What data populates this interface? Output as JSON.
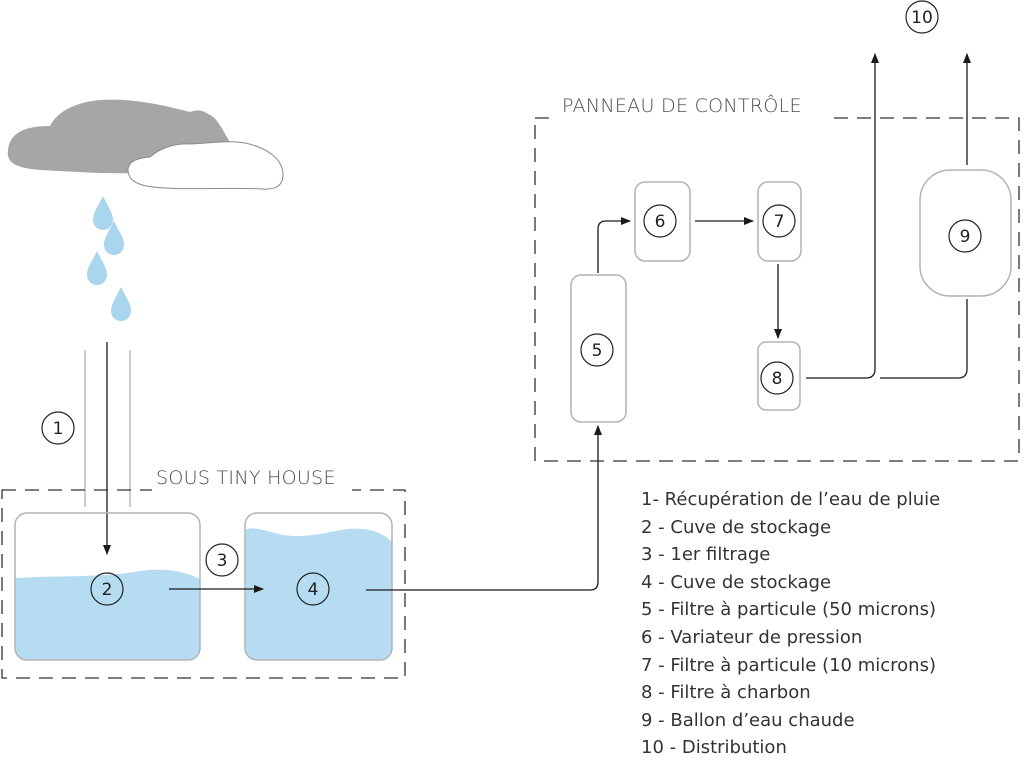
{
  "zones": {
    "under_house": "SOUS TINY HOUSE",
    "control_panel": "PANNEAU DE CONTRÔLE"
  },
  "markers": [
    "1",
    "2",
    "3",
    "4",
    "5",
    "6",
    "7",
    "8",
    "9",
    "10"
  ],
  "legend": [
    "1- Récupération de l’eau de pluie",
    "2 - Cuve de stockage",
    "3 - 1er filtrage",
    "4 - Cuve de stockage",
    "5 - Filtre à particule (50 microns)",
    "6 - Variateur de pression",
    "7 - Filtre à particule (10 microns)",
    "8 - Filtre à charbon",
    "9 - Ballon d’eau chaude",
    "10 - Distribution"
  ],
  "colors": {
    "water": "#b5dcf0",
    "drop": "#a9d6ee",
    "cloud_dark": "#a6a6a6",
    "box_stroke": "#b3b3b3",
    "line": "#1a1a1a"
  }
}
